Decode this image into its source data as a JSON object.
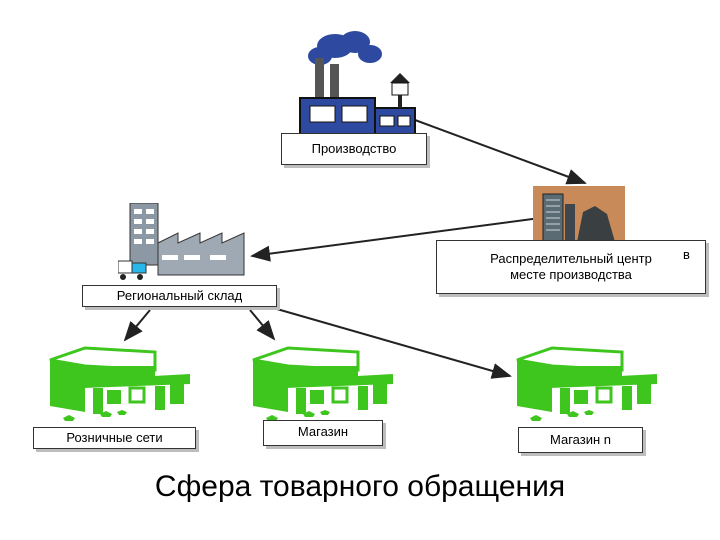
{
  "nodes": {
    "production": "Производство",
    "distribution": "Распределительный центр",
    "distribution_line2": "месте производства",
    "distribution_stray": "в",
    "regional": "Региональный склад",
    "retail": "Розничные сети",
    "shop": "Магазин",
    "shop_n": "Магазин n"
  },
  "title": "Сфера товарного обращения",
  "colors": {
    "shop_green": "#3ec61e",
    "factory_blue": "#2e4aa0",
    "arrow": "#222222"
  },
  "icons": [
    "factory-icon",
    "warehouse-icon",
    "city-icon",
    "shop-icon"
  ]
}
